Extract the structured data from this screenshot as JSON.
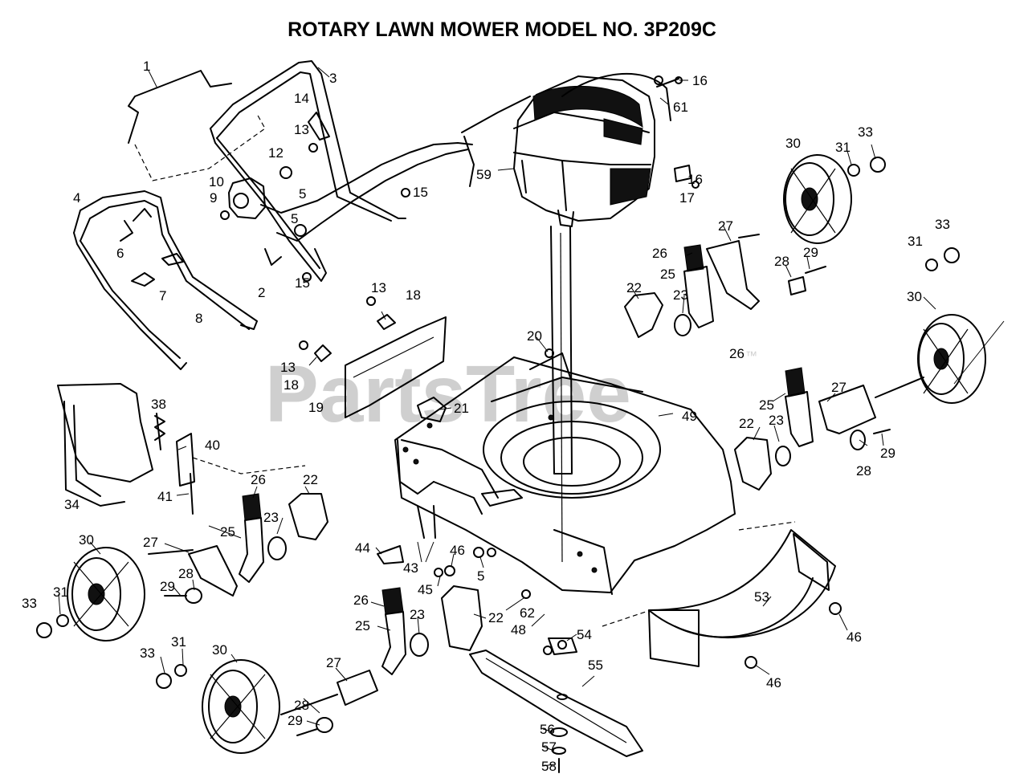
{
  "title": "ROTARY LAWN MOWER MODEL NO.  3P209C",
  "watermark": "PartsTree",
  "watermark_mark": "™",
  "colors": {
    "ink": "#000000",
    "background": "#ffffff",
    "watermark": "#cfcfcf"
  },
  "callouts": [
    "1",
    "3",
    "16",
    "61",
    "14",
    "13",
    "12",
    "5",
    "10",
    "9",
    "33",
    "30",
    "31",
    "59",
    "16",
    "17",
    "4",
    "15",
    "5",
    "6",
    "7",
    "2",
    "15",
    "27",
    "33",
    "26",
    "31",
    "29",
    "25",
    "28",
    "22",
    "23",
    "13",
    "18",
    "30",
    "8",
    "20",
    "13",
    "18",
    "26",
    "27",
    "19",
    "21",
    "49",
    "25",
    "38",
    "22",
    "23",
    "40",
    "29",
    "28",
    "26",
    "22",
    "41",
    "34",
    "23",
    "25",
    "30",
    "27",
    "44",
    "46",
    "43",
    "5",
    "29",
    "28",
    "53",
    "33",
    "31",
    "45",
    "62",
    "26",
    "23",
    "22",
    "48",
    "46",
    "54",
    "25",
    "33",
    "31",
    "30",
    "27",
    "55",
    "46",
    "28",
    "29",
    "56",
    "57",
    "58"
  ]
}
